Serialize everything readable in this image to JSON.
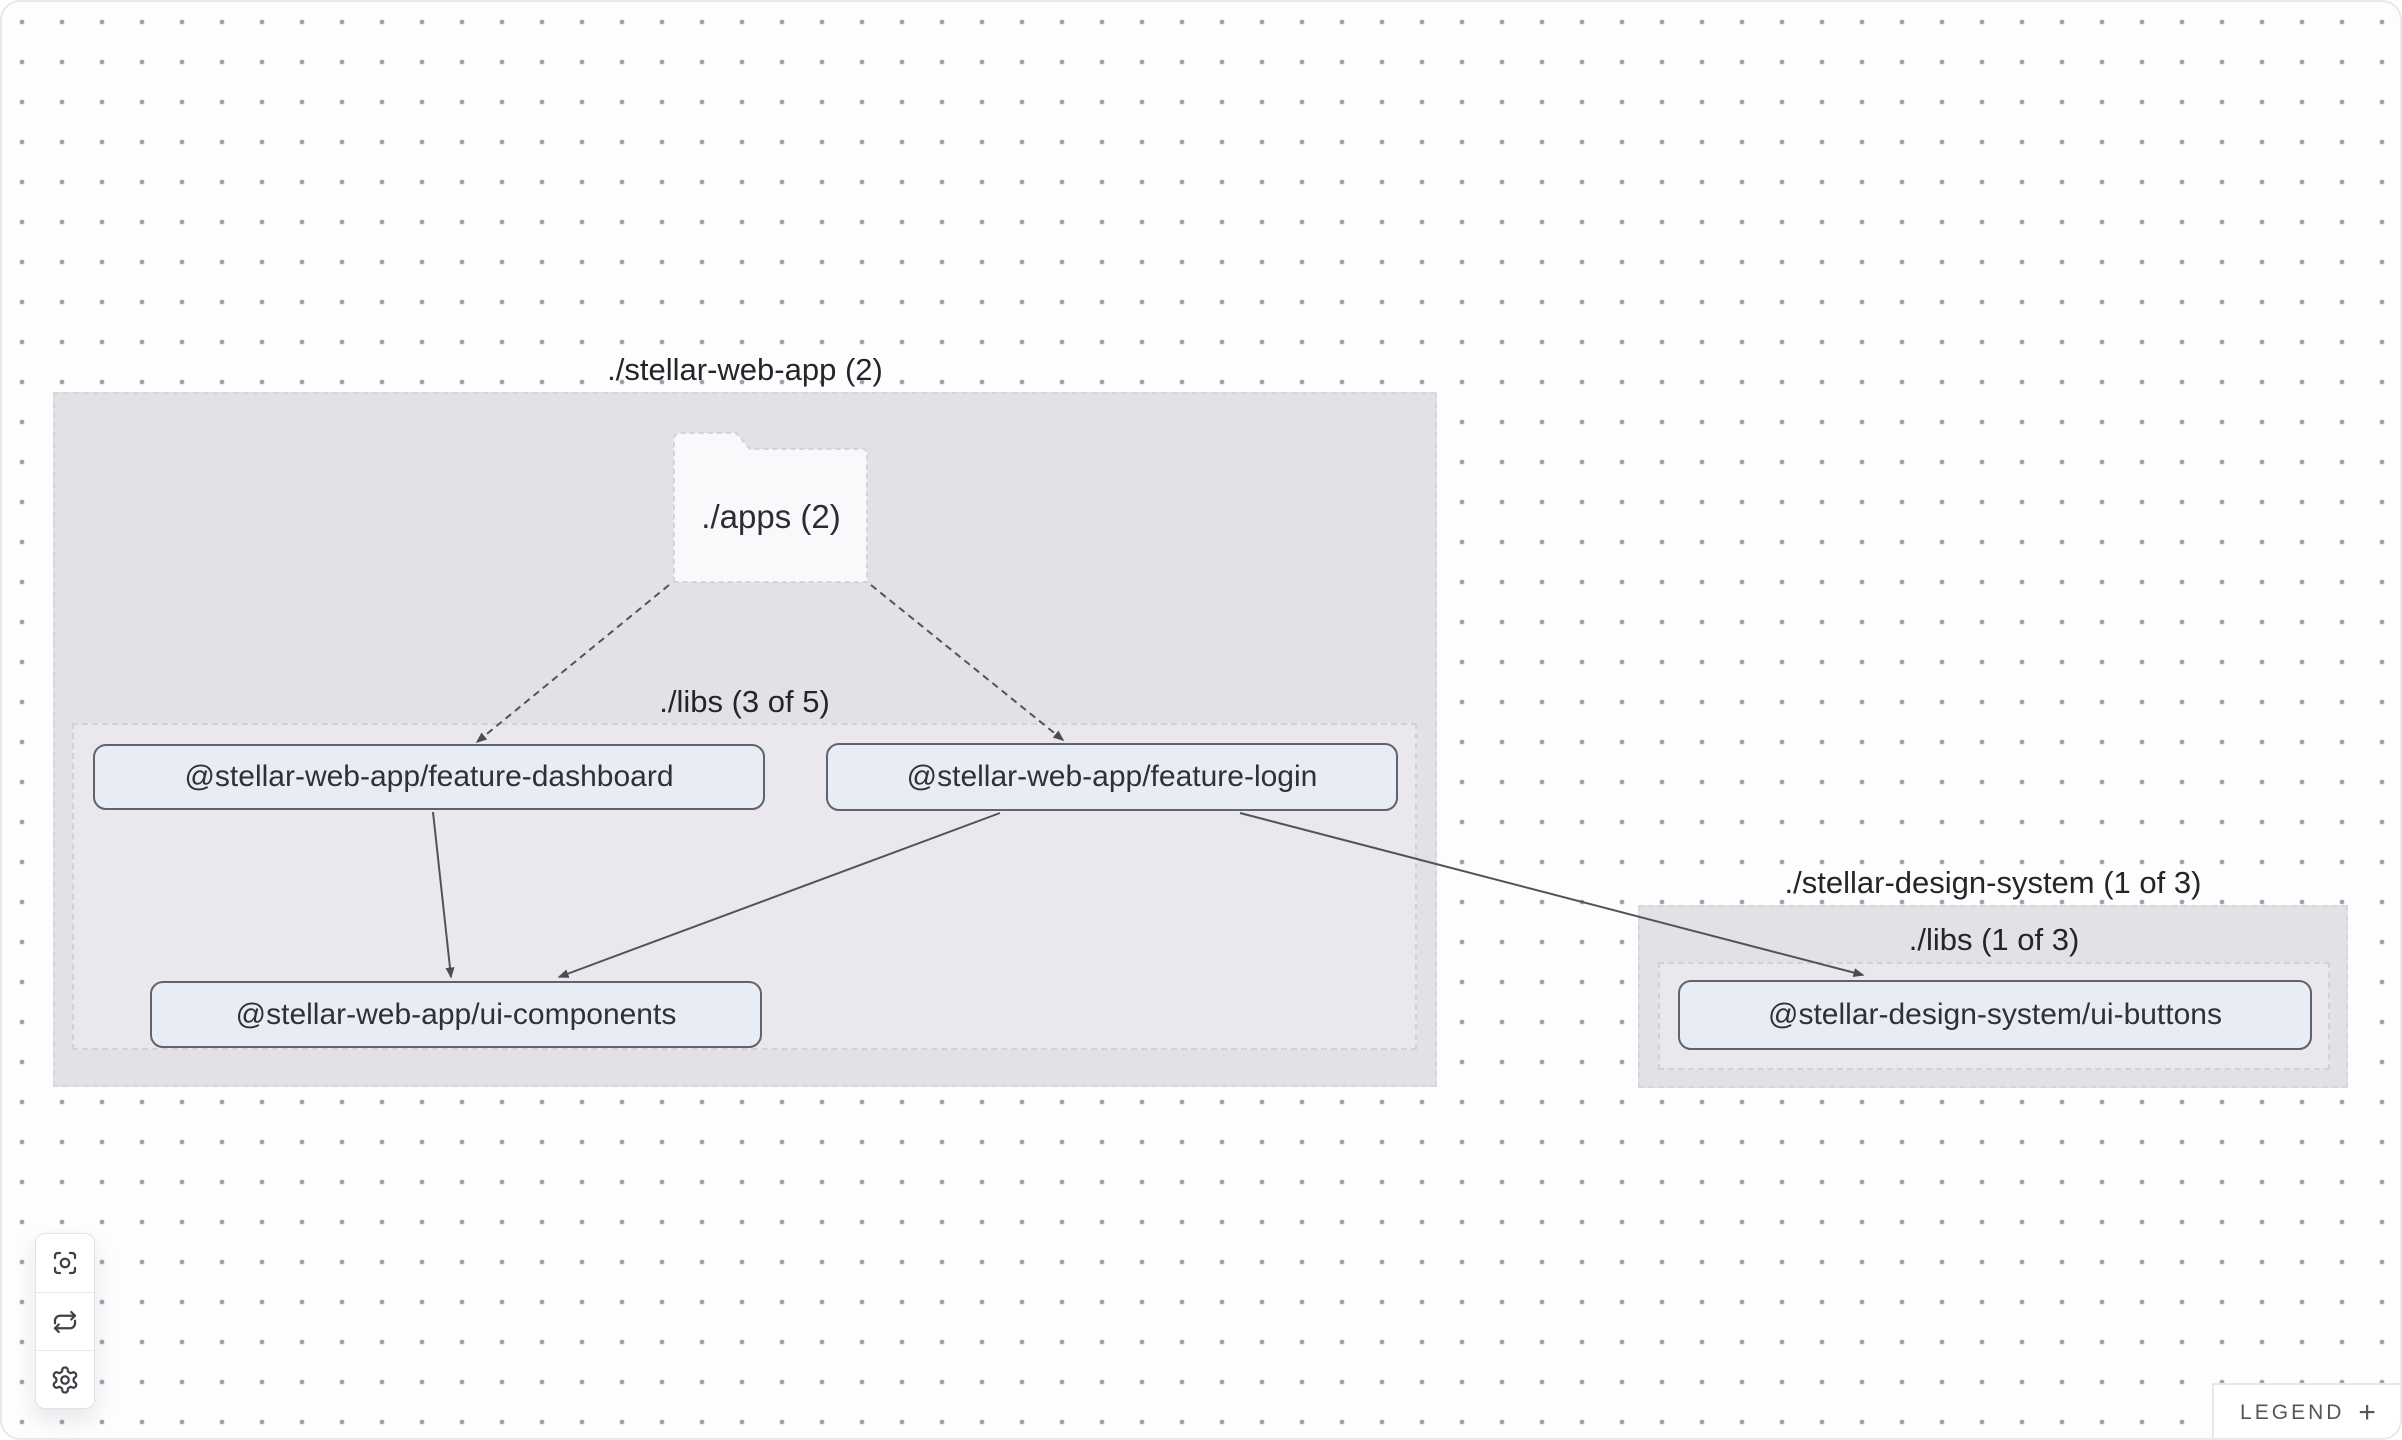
{
  "graph": {
    "groups": [
      {
        "id": "stellar-web-app",
        "label": "./stellar-web-app (2)"
      },
      {
        "id": "stellar-web-app-libs",
        "label": "./libs (3 of 5)"
      },
      {
        "id": "stellar-design-system",
        "label": "./stellar-design-system (1 of 3)"
      },
      {
        "id": "stellar-design-system-libs",
        "label": "./libs (1 of 3)"
      }
    ],
    "folder": {
      "id": "apps",
      "label": "./apps (2)"
    },
    "nodes": [
      {
        "id": "feature-dashboard",
        "label": "@stellar-web-app/feature-dashboard"
      },
      {
        "id": "feature-login",
        "label": "@stellar-web-app/feature-login"
      },
      {
        "id": "ui-components",
        "label": "@stellar-web-app/ui-components"
      },
      {
        "id": "ui-buttons",
        "label": "@stellar-design-system/ui-buttons"
      }
    ],
    "edges": [
      {
        "from": "./apps",
        "to": "feature-dashboard",
        "style": "dashed"
      },
      {
        "from": "./apps",
        "to": "feature-login",
        "style": "dashed"
      },
      {
        "from": "feature-dashboard",
        "to": "ui-components",
        "style": "solid"
      },
      {
        "from": "feature-login",
        "to": "ui-components",
        "style": "solid"
      },
      {
        "from": "feature-login",
        "to": "ui-buttons",
        "style": "solid"
      }
    ]
  },
  "toolbar": {
    "buttons": [
      {
        "id": "focus",
        "icon": "focus-icon"
      },
      {
        "id": "refresh",
        "icon": "refresh-icon"
      },
      {
        "id": "settings",
        "icon": "gear-icon"
      }
    ]
  },
  "legend": {
    "label": "LEGEND",
    "toggle": "+"
  },
  "colors": {
    "canvas_bg": "#fdfdfe",
    "dot": "#97a2b4",
    "group_fill": "#e3e1e6",
    "node_fill": "#e8ecf5",
    "node_border": "#5f636e",
    "edge": "#52535a"
  }
}
